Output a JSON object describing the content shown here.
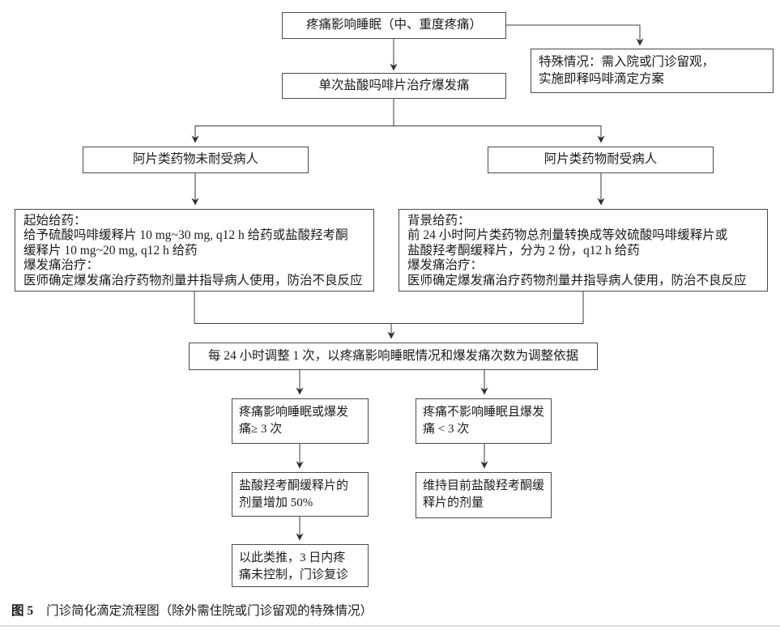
{
  "flowchart": {
    "nodes": {
      "pain_sleep": {
        "lines": [
          "疼痛影响睡眠（中、重度疼痛）"
        ]
      },
      "special_case": {
        "lines": [
          "特殊情况：需入院或门诊留观，",
          "实施即释吗啡滴定方案"
        ]
      },
      "single_dose": {
        "lines": [
          "单次盐酸吗啡片治疗爆发痛"
        ]
      },
      "opioid_naive": {
        "lines": [
          "阿片类药物未耐受病人"
        ]
      },
      "opioid_tolerant": {
        "lines": [
          "阿片类药物耐受病人"
        ]
      },
      "naive_regimen": {
        "lines": [
          "起始给药：",
          "给予硫酸吗啡缓释片 10 mg~30 mg, q12 h 给药或盐酸羟考酮",
          "缓释片 10 mg~20 mg, q12 h 给药",
          "爆发痛治疗：",
          "医师确定爆发痛治疗药物剂量并指导病人使用，防治不良反应"
        ]
      },
      "tolerant_regimen": {
        "lines": [
          "背景给药：",
          "前 24 小时阿片类药物总剂量转换成等效硫酸吗啡缓释片或",
          "盐酸羟考酮缓释片，分为 2 份，q12 h 给药",
          "爆发痛治疗：",
          "医师确定爆发痛治疗药物剂量并指导病人使用，防治不良反应"
        ]
      },
      "adjust": {
        "lines": [
          "每 24 小时调整 1 次，以疼痛影响睡眠情况和爆发痛次数为调整依据"
        ]
      },
      "sleep_affected": {
        "lines": [
          "疼痛影响睡眠或爆发",
          "痛≥ 3 次"
        ]
      },
      "sleep_not_affected": {
        "lines": [
          "疼痛不影响睡眠且爆发",
          "痛 < 3 次"
        ]
      },
      "increase_dose": {
        "lines": [
          "盐酸羟考酮缓释片的",
          "剂量增加 50%"
        ]
      },
      "maintain_dose": {
        "lines": [
          "维持目前盐酸羟考酮缓",
          "释片的剂量"
        ]
      },
      "followup": {
        "lines": [
          "以此类推，3 日内疼",
          "痛未控制，门诊复诊"
        ]
      }
    }
  },
  "caption": {
    "label": "图 5",
    "text": "门诊简化滴定流程图（除外需住院或门诊留观的特殊情况）"
  }
}
